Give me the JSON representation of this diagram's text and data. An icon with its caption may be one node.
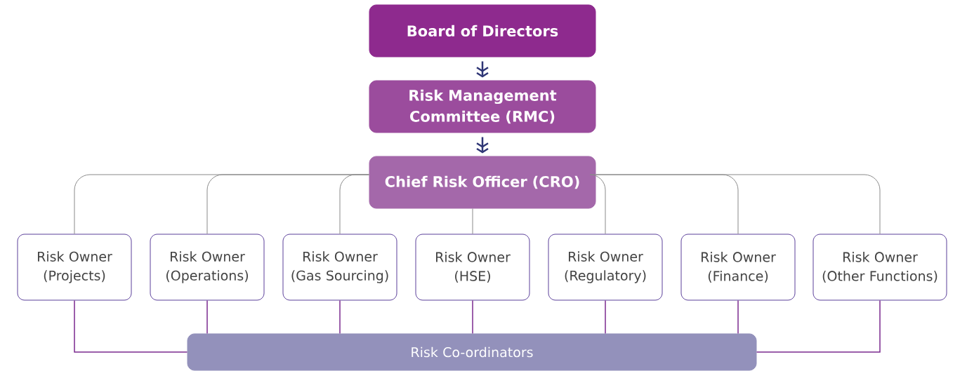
{
  "diagram": {
    "nodes": [
      {
        "text": [
          "Board of Directors"
        ]
      },
      {
        "text": [
          "Risk Management Committee (RMC)"
        ]
      },
      {
        "text": [
          "Chief Risk Officer (CRO)"
        ]
      },
      {
        "text": [
          "Risk Owner (Projects)"
        ]
      },
      {
        "text": [
          "Risk Owner (Operations)"
        ]
      },
      {
        "text": [
          "Risk Owner (Gas Sourcing)"
        ]
      },
      {
        "text": [
          "Risk Owner (HSE)"
        ]
      },
      {
        "text": [
          "Risk Owner (Regulatory)"
        ]
      },
      {
        "text": [
          "Risk Owner (Finance)"
        ]
      },
      {
        "text": [
          "Risk Owner (Other Functions)"
        ]
      },
      {
        "text": [
          "Risk Co-ordinators"
        ]
      }
    ],
    "edges": [
      {
        "from": 0,
        "to": 1,
        "arrow": "to",
        "color": "#2e3575"
      },
      {
        "from": 1,
        "to": 2,
        "arrow": "to",
        "color": "#2e3575"
      },
      {
        "from": 2,
        "to": 3,
        "arrow": "none"
      },
      {
        "from": 2,
        "to": 4,
        "arrow": "none"
      },
      {
        "from": 2,
        "to": 5,
        "arrow": "none"
      },
      {
        "from": 2,
        "to": 6,
        "arrow": "none"
      },
      {
        "from": 2,
        "to": 7,
        "arrow": "none"
      },
      {
        "from": 2,
        "to": 8,
        "arrow": "none"
      },
      {
        "from": 2,
        "to": 9,
        "arrow": "none"
      },
      {
        "from": 3,
        "to": 10,
        "arrow": "none",
        "color": "#7b2a8f"
      },
      {
        "from": 4,
        "to": 10,
        "arrow": "none",
        "color": "#7b2a8f"
      },
      {
        "from": 5,
        "to": 10,
        "arrow": "none",
        "color": "#7b2a8f"
      },
      {
        "from": 6,
        "to": 10,
        "arrow": "none",
        "color": "#7b2a8f"
      },
      {
        "from": 7,
        "to": 10,
        "arrow": "none",
        "color": "#7b2a8f"
      },
      {
        "from": 8,
        "to": 10,
        "arrow": "none",
        "color": "#7b2a8f"
      },
      {
        "from": 9,
        "to": 10,
        "arrow": "none",
        "color": "#7b2a8f"
      }
    ]
  }
}
